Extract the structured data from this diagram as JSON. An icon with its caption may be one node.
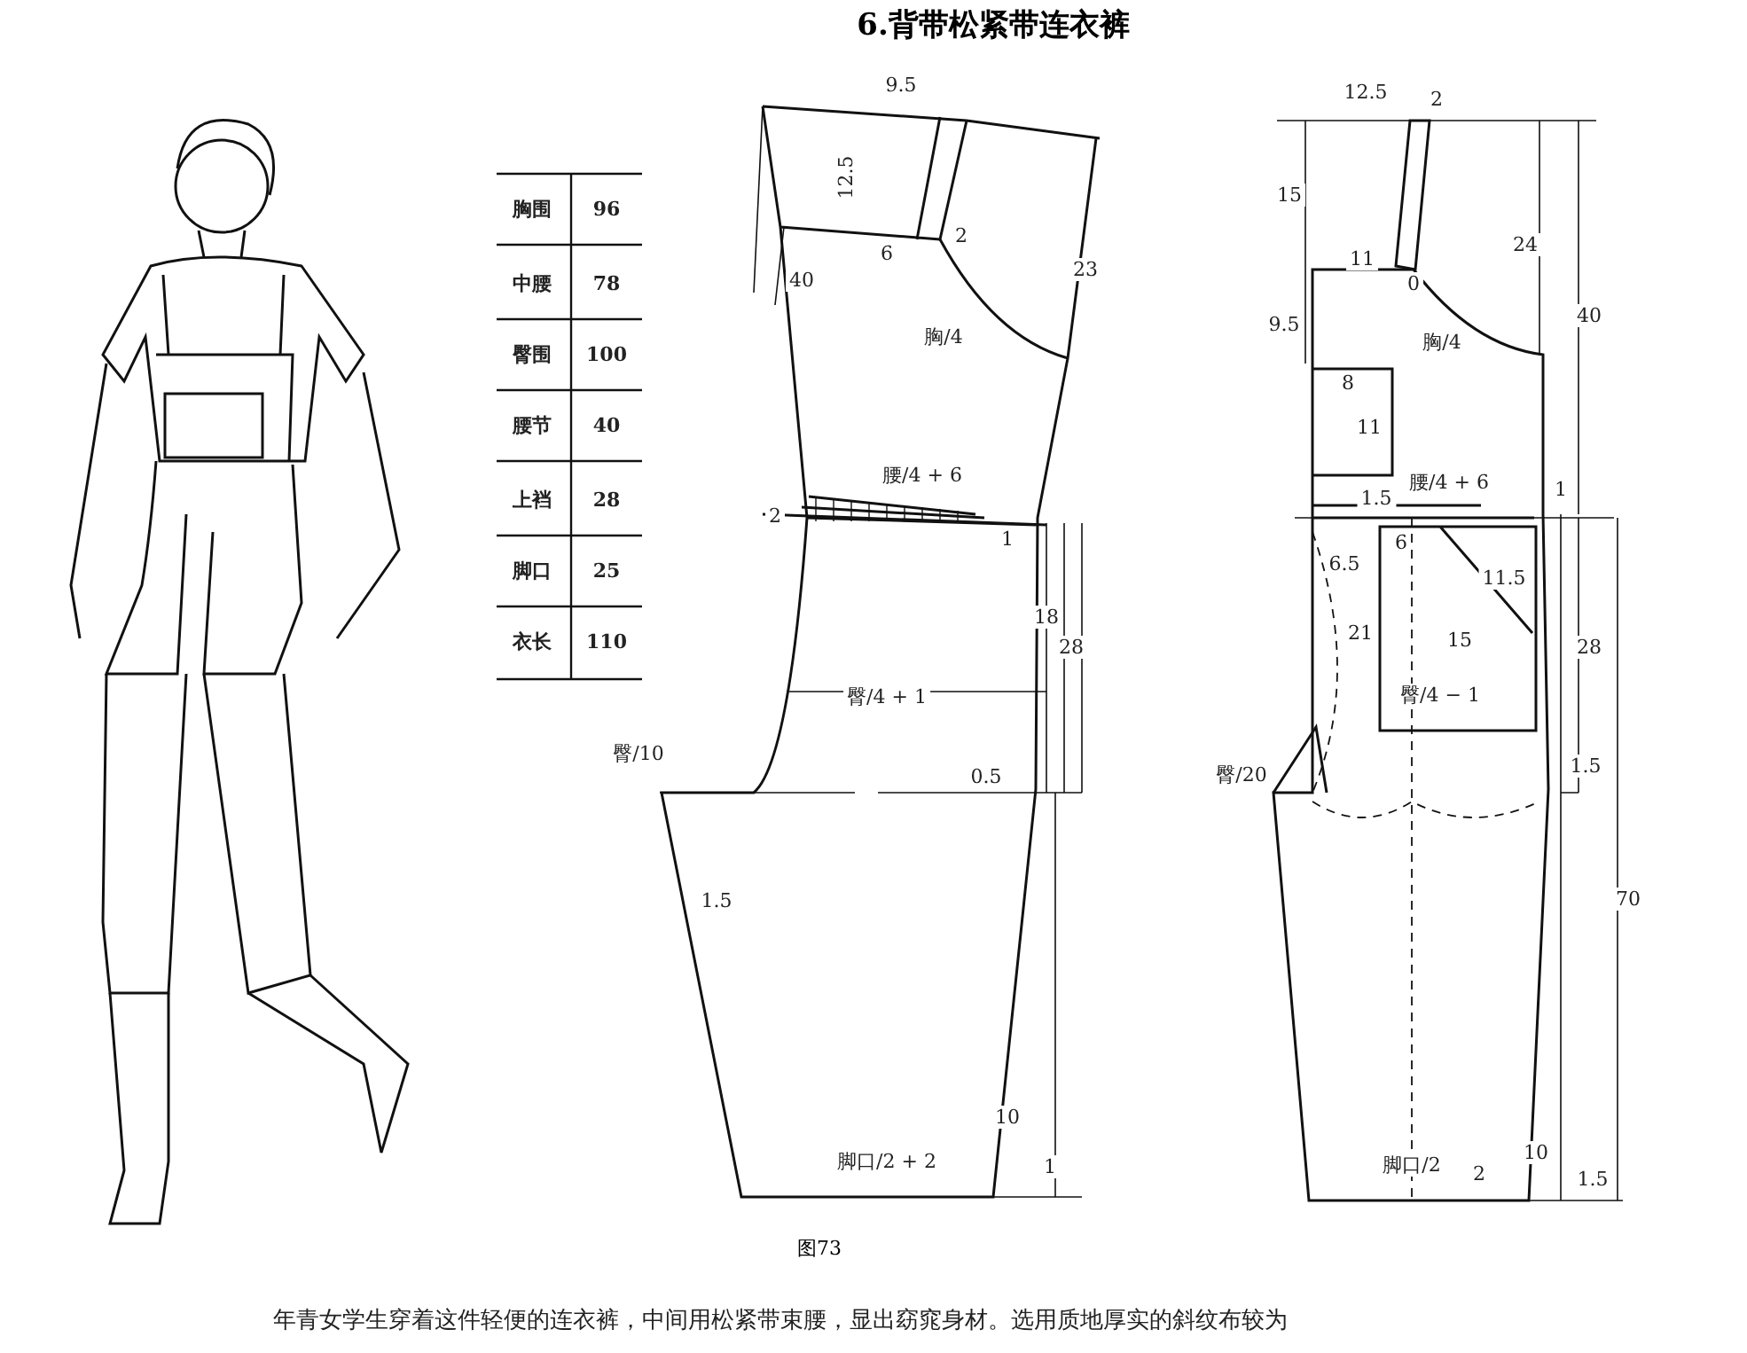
{
  "diagram": {
    "title": "6.背带松紧带连衣裤",
    "caption": "图73",
    "labels": [
      "胸围",
      "96",
      "中腰",
      "78",
      "臀围",
      "100",
      "腰节",
      "40",
      "上裆",
      "28",
      "脚口",
      "25",
      "衣长",
      "110",
      "9.5",
      "12.5",
      "2",
      "6",
      "40",
      "23",
      "胸/4",
      "腰/4 + 6",
      "2",
      "1",
      "18",
      "28",
      "臀/4 + 1",
      "臀/10",
      "0.5",
      "1.5",
      "脚口/2 + 2",
      "10",
      "1",
      "12.5",
      "2",
      "15",
      "24",
      "40",
      "11",
      "0",
      "9.5",
      "胸/4",
      "8",
      "11",
      "腰/4 + 6",
      "1.5",
      "1",
      "6",
      "6.5",
      "11.5",
      "21",
      "15",
      "臀/4 − 1",
      "28",
      "臀/20",
      "1.5",
      "70",
      "脚口/2",
      "2",
      "10",
      "1.5",
      "年青女学生穿着这件轻便的连衣裤，中间用松紧带束腰，显出窈窕身材。选用质地厚实的斜纹布较为"
    ]
  }
}
